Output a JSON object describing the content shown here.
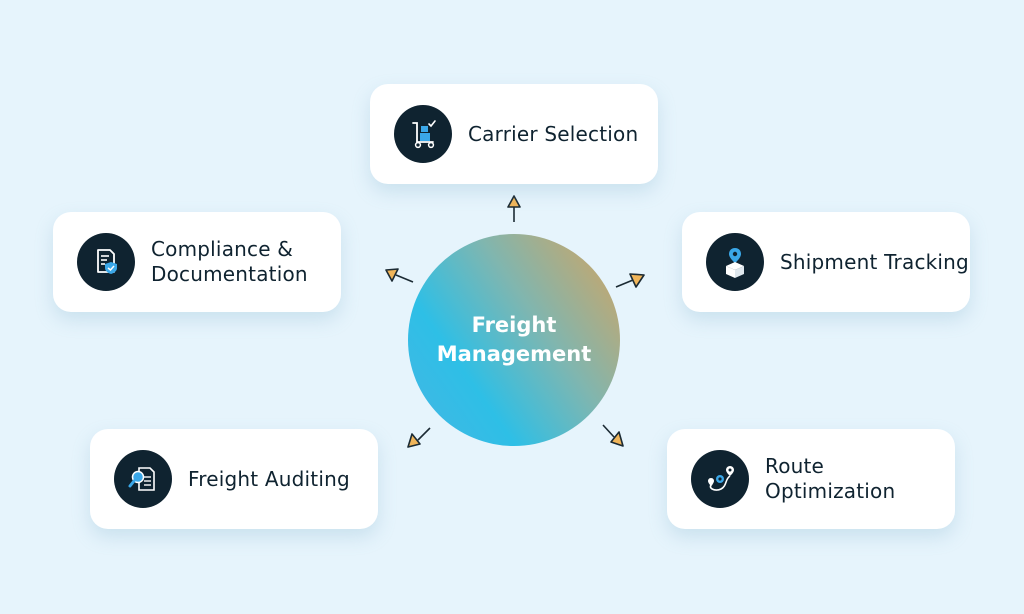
{
  "center": {
    "label_line1": "Freight",
    "label_line2": "Management"
  },
  "nodes": {
    "carrier": {
      "label": "Carrier Selection",
      "icon": "hand-truck-boxes-icon"
    },
    "compliance": {
      "label_line1": "Compliance &",
      "label_line2": "Documentation",
      "icon": "document-shield-icon"
    },
    "tracking": {
      "label": "Shipment Tracking",
      "icon": "package-location-pin-icon"
    },
    "auditing": {
      "label": "Freight Auditing",
      "icon": "magnifier-document-icon"
    },
    "route": {
      "label": "Route Optimization",
      "icon": "route-gear-pins-icon"
    }
  },
  "colors": {
    "background": "#e6f4fc",
    "icon_bg": "#0f2330",
    "icon_accent": "#3aa7e8",
    "arrow_fill": "#f0b55a",
    "text": "#0f2330"
  }
}
